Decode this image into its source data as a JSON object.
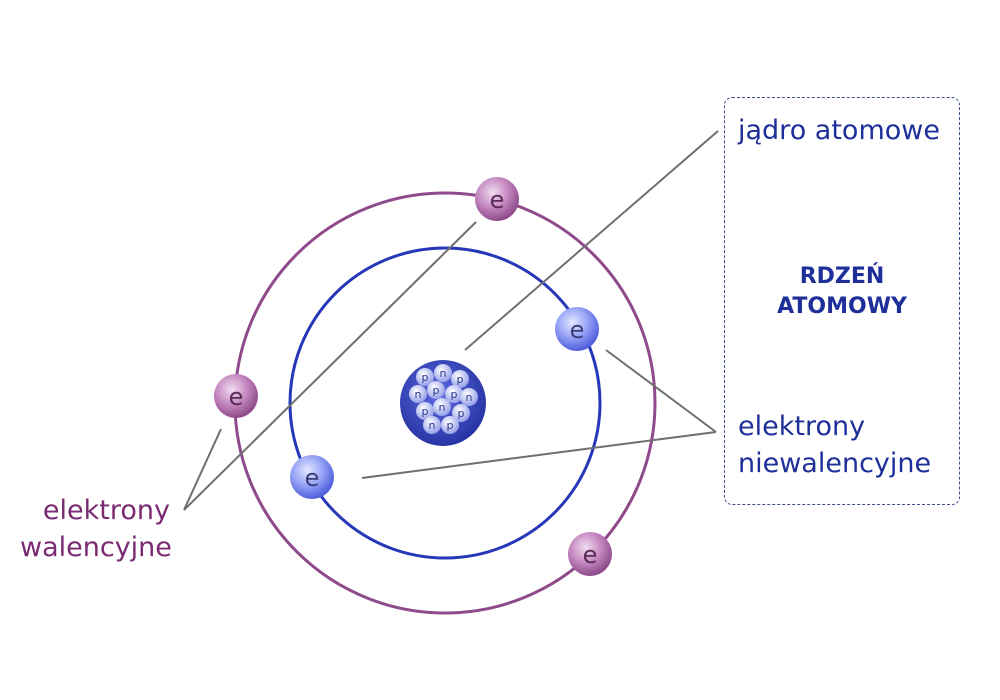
{
  "labels": {
    "nucleus": "jądro atomowe",
    "core_line1": "RDZEŃ",
    "core_line2": "ATOMOWY",
    "nonvalence_line1": "elektrony",
    "nonvalence_line2": "niewalencyjne",
    "valence_line1": "elektrony",
    "valence_line2": "walencyjne"
  },
  "electron_symbol": "e",
  "proton_symbol": "p",
  "neutron_symbol": "n",
  "colors": {
    "inner_orbit": "#2638b8",
    "outer_orbit": "#8e4a8a",
    "valence_electron": "#b471b0",
    "core_electron": "#7d8cf2",
    "nucleus": "#3542c2",
    "leader_line": "#6f6f6f",
    "core_text": "#1f2f9a",
    "valence_text": "#7a2a72"
  }
}
